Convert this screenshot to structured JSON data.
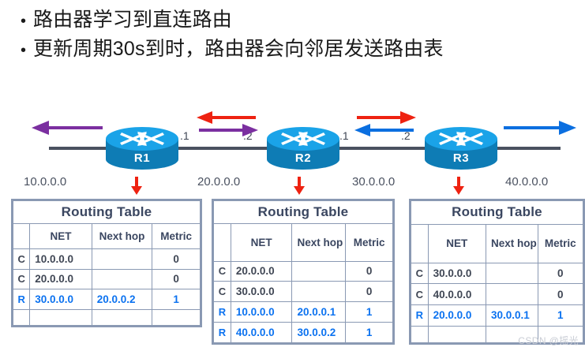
{
  "slide": {
    "bullets": [
      "路由器学习到直连路由",
      "更新周期30s到时，路由器会向邻居发送路由表"
    ],
    "bullet_marker": "•"
  },
  "colors": {
    "router_fill": "#1aa3e8",
    "router_fill_dark": "#0e7cb5",
    "link_line": "#4a5160",
    "arrow_red": "#ee2211",
    "arrow_purple": "#7b2fa0",
    "arrow_blue": "#0b6fe0",
    "table_border": "#8a99b3",
    "header_text": "#3a4660",
    "row_connected": "#3f4654",
    "row_rip": "#0b72f0",
    "watermark": "#c8ccd4"
  },
  "topology": {
    "routers": [
      {
        "name": "R1",
        "icon": "router-icon",
        "left_iface": "",
        "right_iface": ".1"
      },
      {
        "name": "R2",
        "icon": "router-icon",
        "left_iface": ".2",
        "right_iface": ".1"
      },
      {
        "name": "R3",
        "icon": "router-icon",
        "left_iface": ".2",
        "right_iface": ""
      }
    ],
    "networks": [
      "10.0.0.0",
      "20.0.0.0",
      "30.0.0.0",
      "40.0.0.0"
    ],
    "update_arrows": [
      {
        "id": "arrow-left-purple",
        "color": "#7b2fa0",
        "direction": "left"
      },
      {
        "id": "arrow-r1r2-red",
        "color": "#ee2211",
        "direction": "left"
      },
      {
        "id": "arrow-r1r2-purple",
        "color": "#7b2fa0",
        "direction": "right"
      },
      {
        "id": "arrow-r2r3-red",
        "color": "#ee2211",
        "direction": "right"
      },
      {
        "id": "arrow-r2r3-blue",
        "color": "#0b6fe0",
        "direction": "left"
      },
      {
        "id": "arrow-right-blue",
        "color": "#0b6fe0",
        "direction": "right"
      }
    ]
  },
  "tables": [
    {
      "title": "Routing Table",
      "headers": {
        "flag": "",
        "net": "NET",
        "next_hop": "Next hop",
        "metric": "Metric"
      },
      "rows": [
        {
          "flag": "C",
          "net": "10.0.0.0",
          "next_hop": "",
          "metric": "0",
          "type": "connected"
        },
        {
          "flag": "C",
          "net": "20.0.0.0",
          "next_hop": "",
          "metric": "0",
          "type": "connected"
        },
        {
          "flag": "R",
          "net": "30.0.0.0",
          "next_hop": "20.0.0.2",
          "metric": "1",
          "type": "rip"
        },
        {
          "flag": "",
          "net": "",
          "next_hop": "",
          "metric": "",
          "type": "empty"
        }
      ]
    },
    {
      "title": "Routing Table",
      "headers": {
        "flag": "",
        "net": "NET",
        "next_hop": "Next hop",
        "metric": "Metric"
      },
      "rows": [
        {
          "flag": "C",
          "net": "20.0.0.0",
          "next_hop": "",
          "metric": "0",
          "type": "connected"
        },
        {
          "flag": "C",
          "net": "30.0.0.0",
          "next_hop": "",
          "metric": "0",
          "type": "connected"
        },
        {
          "flag": "R",
          "net": "10.0.0.0",
          "next_hop": "20.0.0.1",
          "metric": "1",
          "type": "rip"
        },
        {
          "flag": "R",
          "net": "40.0.0.0",
          "next_hop": "30.0.0.2",
          "metric": "1",
          "type": "rip"
        }
      ]
    },
    {
      "title": "Routing Table",
      "headers": {
        "flag": "",
        "net": "NET",
        "next_hop": "Next hop",
        "metric": "Metric"
      },
      "rows": [
        {
          "flag": "C",
          "net": "30.0.0.0",
          "next_hop": "",
          "metric": "0",
          "type": "connected"
        },
        {
          "flag": "C",
          "net": "40.0.0.0",
          "next_hop": "",
          "metric": "0",
          "type": "connected"
        },
        {
          "flag": "R",
          "net": "20.0.0.0",
          "next_hop": "30.0.0.1",
          "metric": "1",
          "type": "rip"
        },
        {
          "flag": "",
          "net": "",
          "next_hop": "",
          "metric": "",
          "type": "empty"
        }
      ]
    }
  ],
  "watermark": "CSDN @摇光"
}
